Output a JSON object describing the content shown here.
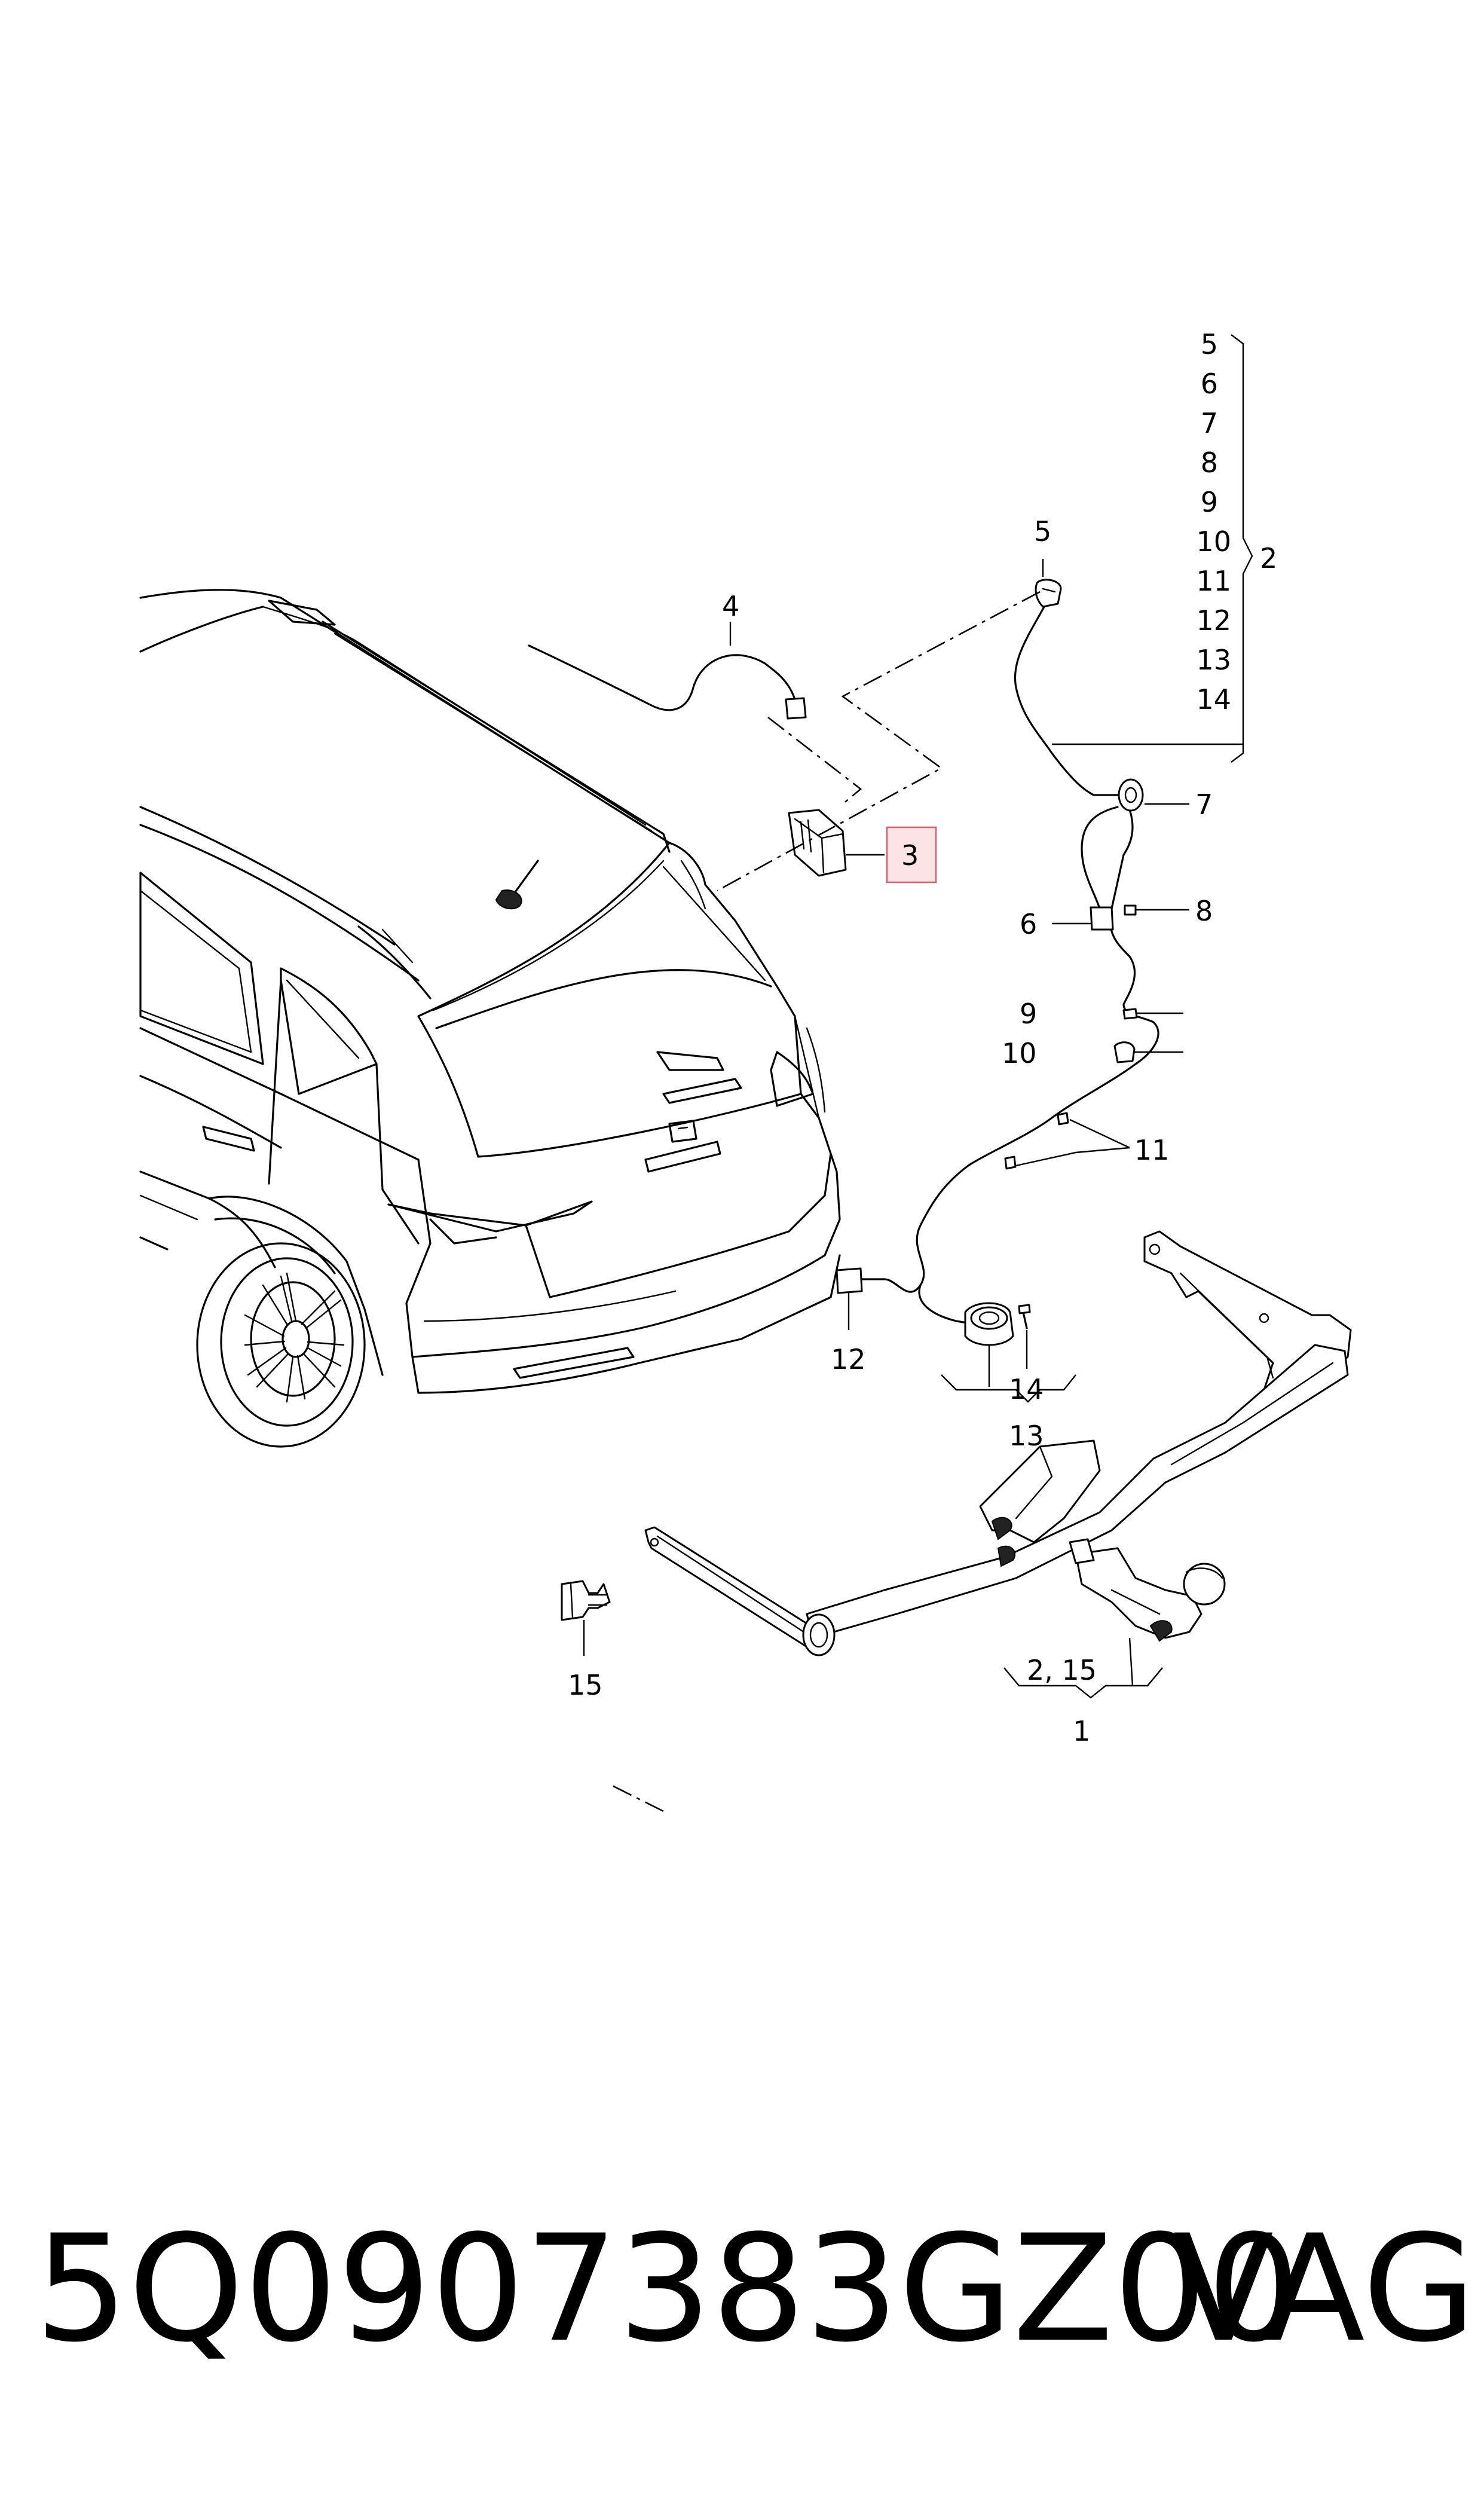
{
  "diagram": {
    "callouts": {
      "n1": "1",
      "n2": "2",
      "n3": "3",
      "n4": "4",
      "n5": "5",
      "n6": "6",
      "n7": "7",
      "n8": "8",
      "n9": "9",
      "n10": "10",
      "n11": "11",
      "n12": "12",
      "n13": "13",
      "n14": "14",
      "n15": "15",
      "n2_15": "2, 15"
    },
    "group_list": [
      "5",
      "6",
      "7",
      "8",
      "9",
      "10",
      "11",
      "12",
      "13",
      "14"
    ],
    "group_label": "2",
    "highlight_color": "#e05a6a",
    "highlight_fill": "#fbe3e6"
  },
  "footer": {
    "part_number": "5Q0907383GZ00",
    "brand": "VAG"
  }
}
